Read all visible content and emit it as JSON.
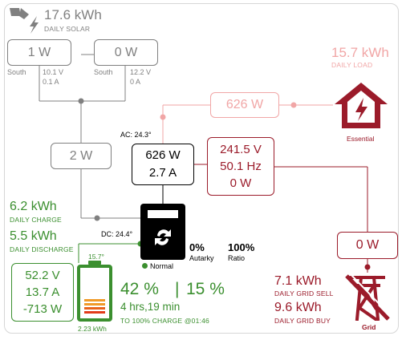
{
  "solar": {
    "total": "17.6 kWh",
    "total_label": "DAILY SOLAR"
  },
  "pv1": {
    "power": "1 W",
    "name": "South",
    "voltage": "10.1 V",
    "current": "0.1 A"
  },
  "pv2": {
    "power": "0 W",
    "name": "South",
    "voltage": "12.2 V",
    "current": "0 A"
  },
  "pv_total": "2 W",
  "load": {
    "total": "15.7 kWh",
    "total_label": "DAILY LOAD",
    "essential_power": "626 W",
    "essential_label": "Essential"
  },
  "inverter": {
    "ac_temp": "AC: 24.3°",
    "dc_temp": "DC: 24.4°",
    "power": "626 W",
    "current": "2.7 A",
    "status": "Normal"
  },
  "grid_meter": {
    "voltage": "241.5 V",
    "frequency": "50.1 Hz",
    "power": "0 W"
  },
  "grid": {
    "power": "0 W",
    "sell": "7.1 kWh",
    "sell_label": "DAILY GRID SELL",
    "buy": "9.6 kWh",
    "buy_label": "DAILY GRID BUY",
    "label": "Grid"
  },
  "battery": {
    "charge": "6.2 kWh",
    "charge_label": "DAILY CHARGE",
    "discharge": "5.5 kWh",
    "discharge_label": "DAILY DISCHARGE",
    "voltage": "52.2 V",
    "current": "13.7 A",
    "power": "-713 W",
    "temp": "15.7°",
    "capacity": "2.23 kWh",
    "soc": "42 %",
    "separator": "|",
    "soc2": "15 %",
    "time": "4 hrs,19 min",
    "target": "TO 100% CHARGE @01:46",
    "fill_fraction": 0.42
  },
  "stats": {
    "autarky": "0%",
    "autarky_label": "Autarky",
    "ratio": "100%",
    "ratio_label": "Ratio"
  },
  "colors": {
    "solar": "#808080",
    "load": "#f1a6a6",
    "grid": "#9b1b2a",
    "battery": "#3b8f2f",
    "inverter": "#000000"
  }
}
